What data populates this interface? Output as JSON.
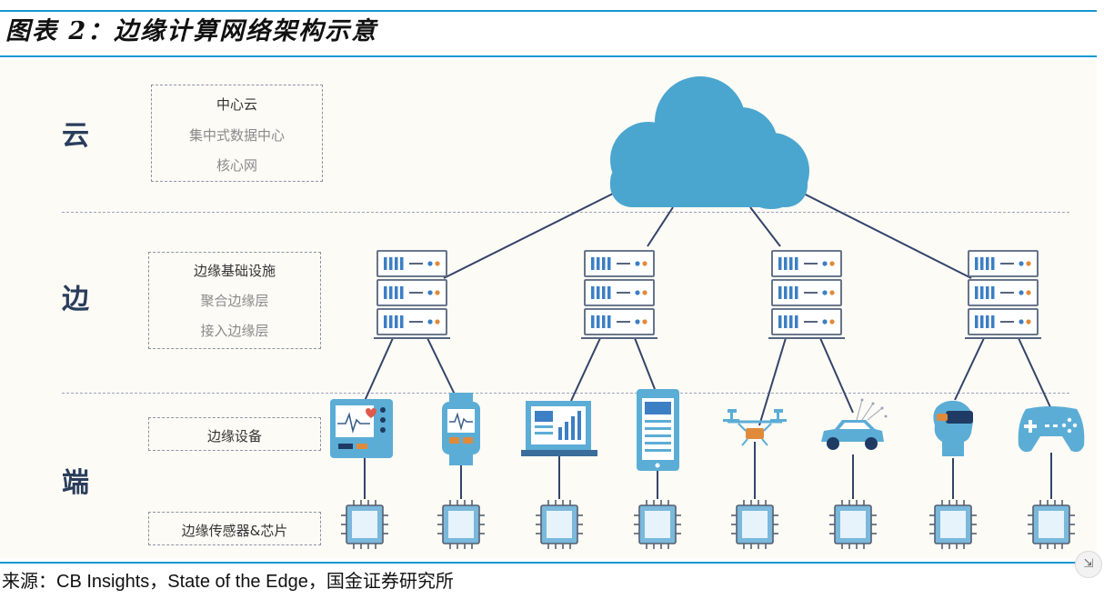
{
  "header": {
    "title": "图表 2：边缘计算网络架构示意"
  },
  "tiers": {
    "cloud": "云",
    "edge": "边",
    "end": "端"
  },
  "labels": {
    "cloud_box": [
      "中心云",
      "集中式数据中心",
      "核心网"
    ],
    "edge_box": [
      "边缘基础设施",
      "聚合边缘层",
      "接入边缘层"
    ],
    "device_box": "边缘设备",
    "sensor_box": "边缘传感器&芯片"
  },
  "devices": [
    "heart-monitor",
    "smartwatch",
    "laptop",
    "tablet",
    "drone",
    "car",
    "vr-headset",
    "gamepad"
  ],
  "footer": {
    "source": "来源：CB Insights，State of the Edge，国金证券研究所"
  },
  "colors": {
    "accent_line": "#1596d0",
    "cloud": "#4aa6cf",
    "device": "#5badd6",
    "server_stroke": "#55657e",
    "link": "#33446a"
  }
}
